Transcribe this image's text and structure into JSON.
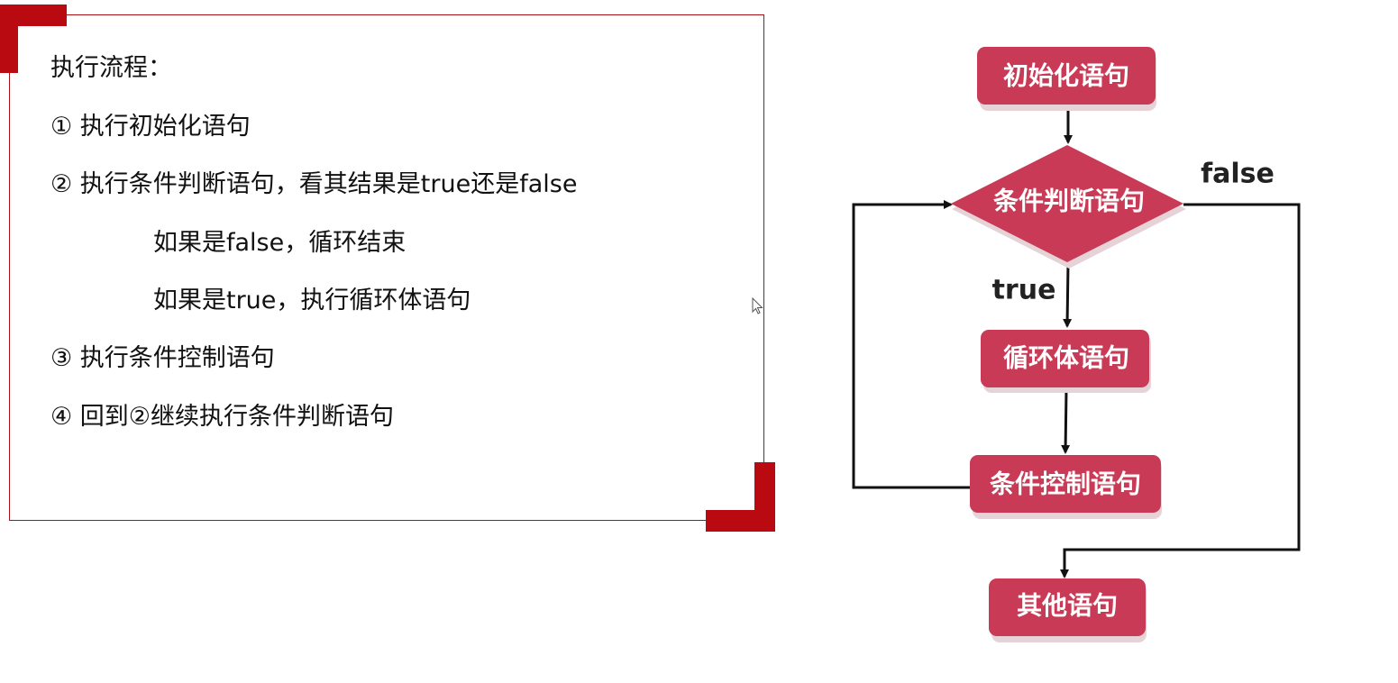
{
  "execution": {
    "heading": "执行流程：",
    "lines": [
      "① 执行初始化语句",
      "② 执行条件判断语句，看其结果是true还是false",
      "如果是false，循环结束",
      "如果是true，执行循环体语句",
      "③ 执行条件控制语句",
      "④ 回到②继续执行条件判断语句"
    ]
  },
  "flowchart": {
    "nodes": {
      "init": "初始化语句",
      "condition": "条件判断语句",
      "body": "循环体语句",
      "control": "条件控制语句",
      "other": "其他语句"
    },
    "labels": {
      "true": "true",
      "false": "false"
    },
    "colors": {
      "node_fill": "#c83a55",
      "node_shadow": "#e6d3d8",
      "frame": "#b90a12",
      "edge": "#111111"
    }
  }
}
